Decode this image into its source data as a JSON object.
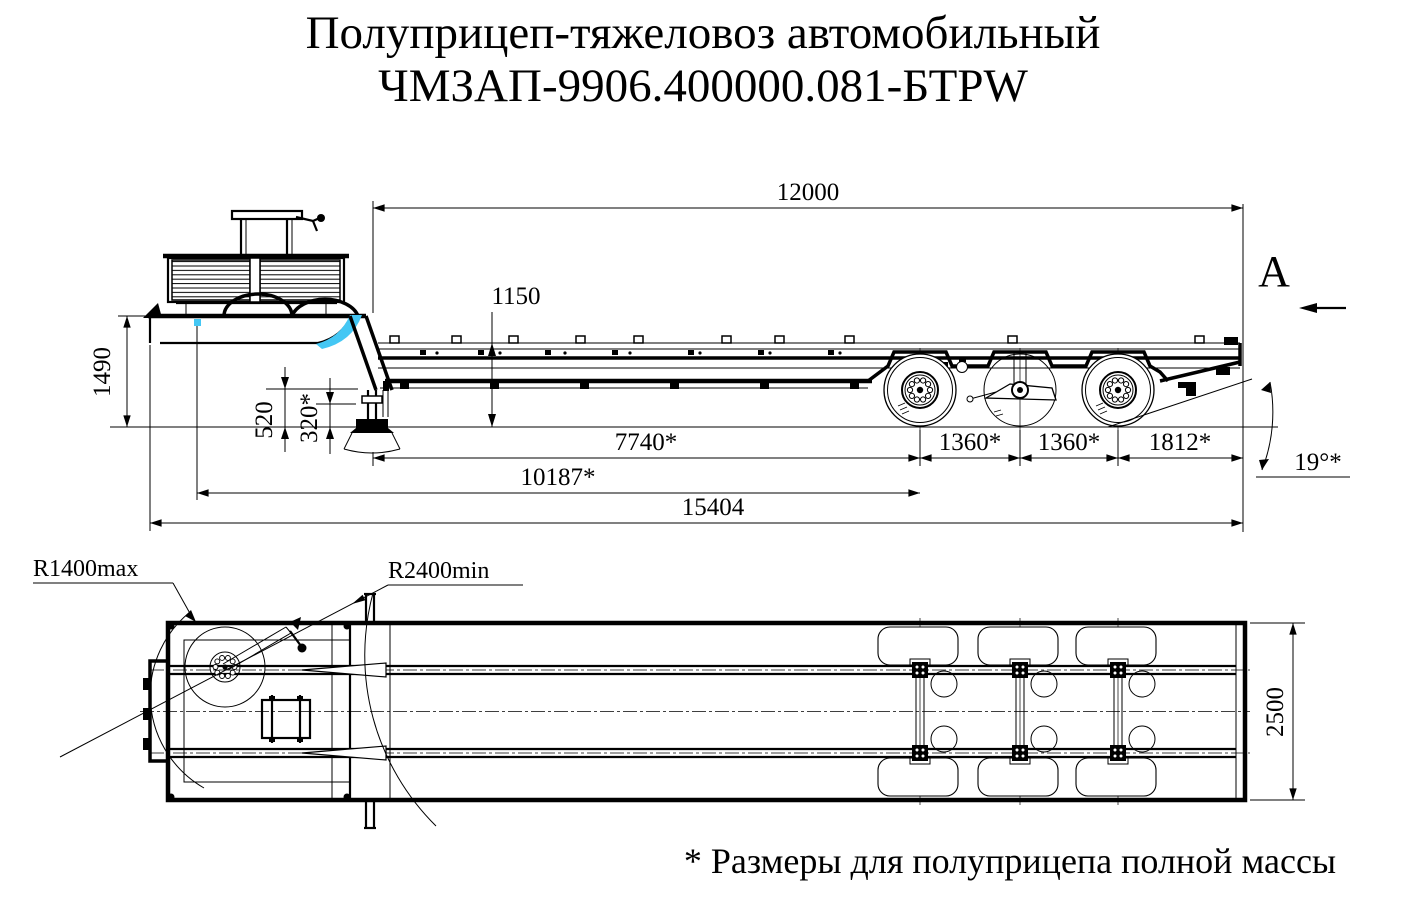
{
  "title": {
    "line1": "Полуприцеп-тяжеловоз автомобильный",
    "line2": "ЧМЗАП-9906.400000.081-БТРW"
  },
  "side_view": {
    "view_label": "A",
    "dims": {
      "deck_length": "12000",
      "deck_height": "1150",
      "gooseneck_height": "1490",
      "ground_clearance": "520",
      "support_height": "320*",
      "support_to_axle1": "7740*",
      "axle_spacing_1": "1360*",
      "axle_spacing_2": "1360*",
      "rear_overhang": "1812*",
      "departure_angle": "19°*",
      "kingpin_to_bogie": "10187*",
      "overall_length": "15404"
    }
  },
  "top_view": {
    "dims": {
      "overall_width": "2500"
    },
    "labels": {
      "turn_radius_max": "R1400max",
      "turn_radius_min": "R2400min"
    }
  },
  "footnote": "* Размеры для полуприцепа полной массы",
  "colors": {
    "ink": "#000000",
    "highlight": "#44c7f4",
    "paper": "#ffffff"
  }
}
